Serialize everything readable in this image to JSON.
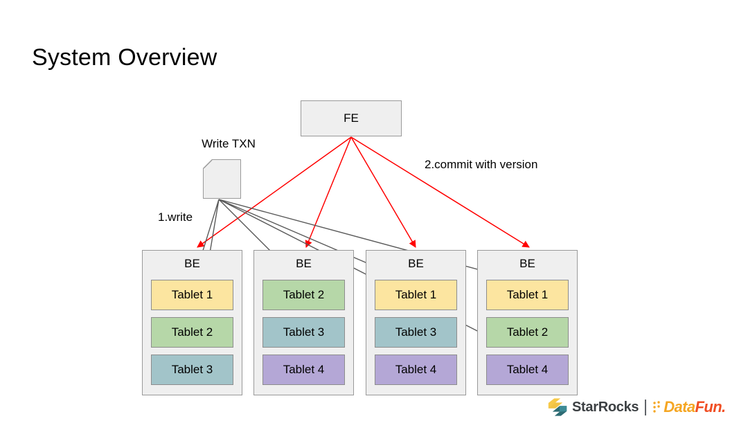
{
  "slide": {
    "title": "System Overview",
    "background_color": "#ffffff"
  },
  "diagram": {
    "type": "architecture-flow",
    "fe_node": {
      "label": "FE",
      "fill": "#efefef",
      "border": "#999999"
    },
    "write_txn": {
      "label": "Write TXN",
      "shape": "document",
      "fill": "#efefef",
      "border": "#999999"
    },
    "steps": [
      {
        "id": "step-1",
        "label": "1.write",
        "color": "#404040"
      },
      {
        "id": "step-2",
        "label": "2.commit with version",
        "color": "#404040"
      }
    ],
    "arrow_colors": {
      "commit": "#ff0000",
      "write": "#595959"
    },
    "tablet_colors": {
      "Tablet 1": "#fce5a0",
      "Tablet 2": "#b6d7a8",
      "Tablet 3": "#a2c4c9",
      "Tablet 4": "#b4a7d6"
    },
    "be_nodes": [
      {
        "label": "BE",
        "tablets": [
          {
            "label": "Tablet 1",
            "color_class": "c-yellow"
          },
          {
            "label": "Tablet 2",
            "color_class": "c-green"
          },
          {
            "label": "Tablet 3",
            "color_class": "c-teal"
          }
        ]
      },
      {
        "label": "BE",
        "tablets": [
          {
            "label": "Tablet 2",
            "color_class": "c-green"
          },
          {
            "label": "Tablet 3",
            "color_class": "c-teal"
          },
          {
            "label": "Tablet 4",
            "color_class": "c-purple"
          }
        ]
      },
      {
        "label": "BE",
        "tablets": [
          {
            "label": "Tablet 1",
            "color_class": "c-yellow"
          },
          {
            "label": "Tablet 3",
            "color_class": "c-teal"
          },
          {
            "label": "Tablet 4",
            "color_class": "c-purple"
          }
        ]
      },
      {
        "label": "BE",
        "tablets": [
          {
            "label": "Tablet 1",
            "color_class": "c-yellow"
          },
          {
            "label": "Tablet 2",
            "color_class": "c-green"
          },
          {
            "label": "Tablet 4",
            "color_class": "c-purple"
          }
        ]
      }
    ]
  },
  "footer": {
    "starrocks": {
      "name": "StarRocks",
      "mark_colors": {
        "accent": "#f7c948",
        "primary": "#2d6b73",
        "secondary": "#3d8a94"
      },
      "text_color": "#3c4043"
    },
    "divider": "|",
    "datafun": {
      "part1": "Data",
      "part2": "Fun.",
      "part1_color": "#f5a623",
      "part2_color": "#f04e23"
    }
  }
}
